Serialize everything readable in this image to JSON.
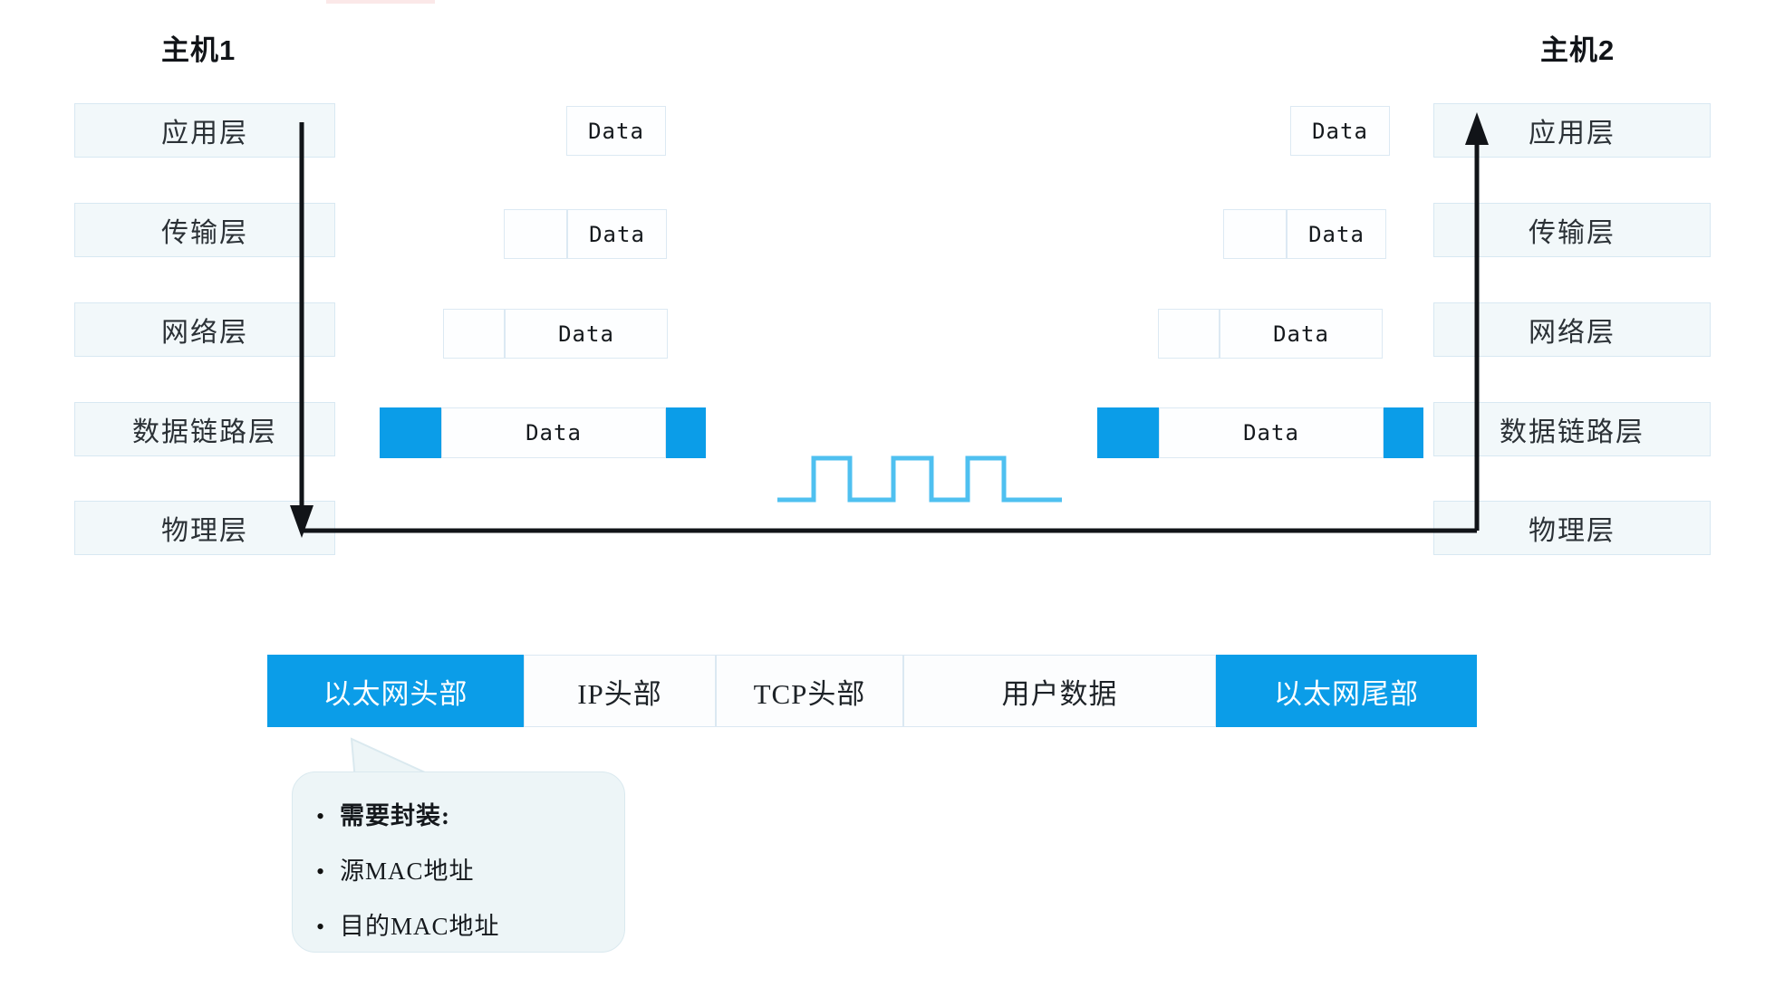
{
  "hosts": {
    "left": {
      "title": "主机1"
    },
    "right": {
      "title": "主机2"
    }
  },
  "layers": [
    {
      "label": "应用层"
    },
    {
      "label": "传输层"
    },
    {
      "label": "网络层"
    },
    {
      "label": "数据链路层"
    },
    {
      "label": "物理层"
    }
  ],
  "pdu_label": "Data",
  "pdus": {
    "left": [
      {
        "layer": "应用层",
        "segments": [
          "data"
        ]
      },
      {
        "layer": "传输层",
        "segments": [
          "header",
          "data"
        ]
      },
      {
        "layer": "网络层",
        "segments": [
          "header",
          "data"
        ]
      },
      {
        "layer": "数据链路层",
        "segments": [
          "blue-header",
          "data",
          "blue-trailer"
        ]
      }
    ],
    "right": [
      {
        "layer": "应用层",
        "segments": [
          "data"
        ]
      },
      {
        "layer": "传输层",
        "segments": [
          "header",
          "data"
        ]
      },
      {
        "layer": "网络层",
        "segments": [
          "header",
          "data"
        ]
      },
      {
        "layer": "数据链路层",
        "segments": [
          "blue-header",
          "data",
          "blue-trailer"
        ]
      }
    ]
  },
  "signal": {
    "name": "square-wave-signal",
    "pulses": 3
  },
  "encapsulation_bar": [
    {
      "label": "以太网头部",
      "accent": true
    },
    {
      "label": "IP头部",
      "accent": false
    },
    {
      "label": "TCP头部",
      "accent": false
    },
    {
      "label": "用户数据",
      "accent": false
    },
    {
      "label": "以太网尾部",
      "accent": true
    }
  ],
  "callout": {
    "bullet": "•",
    "items": [
      {
        "text": "需要封装:",
        "strong": true
      },
      {
        "text": "源MAC地址",
        "strong": false
      },
      {
        "text": "目的MAC地址",
        "strong": false
      }
    ]
  },
  "colors": {
    "accent_blue": "#0b9de8",
    "signal_blue": "#4fc0f0",
    "layer_fill": "#f2f8fa",
    "layer_border": "#d8e8f2",
    "arrow_black": "#111418",
    "callout_fill": "#edf5f7"
  }
}
